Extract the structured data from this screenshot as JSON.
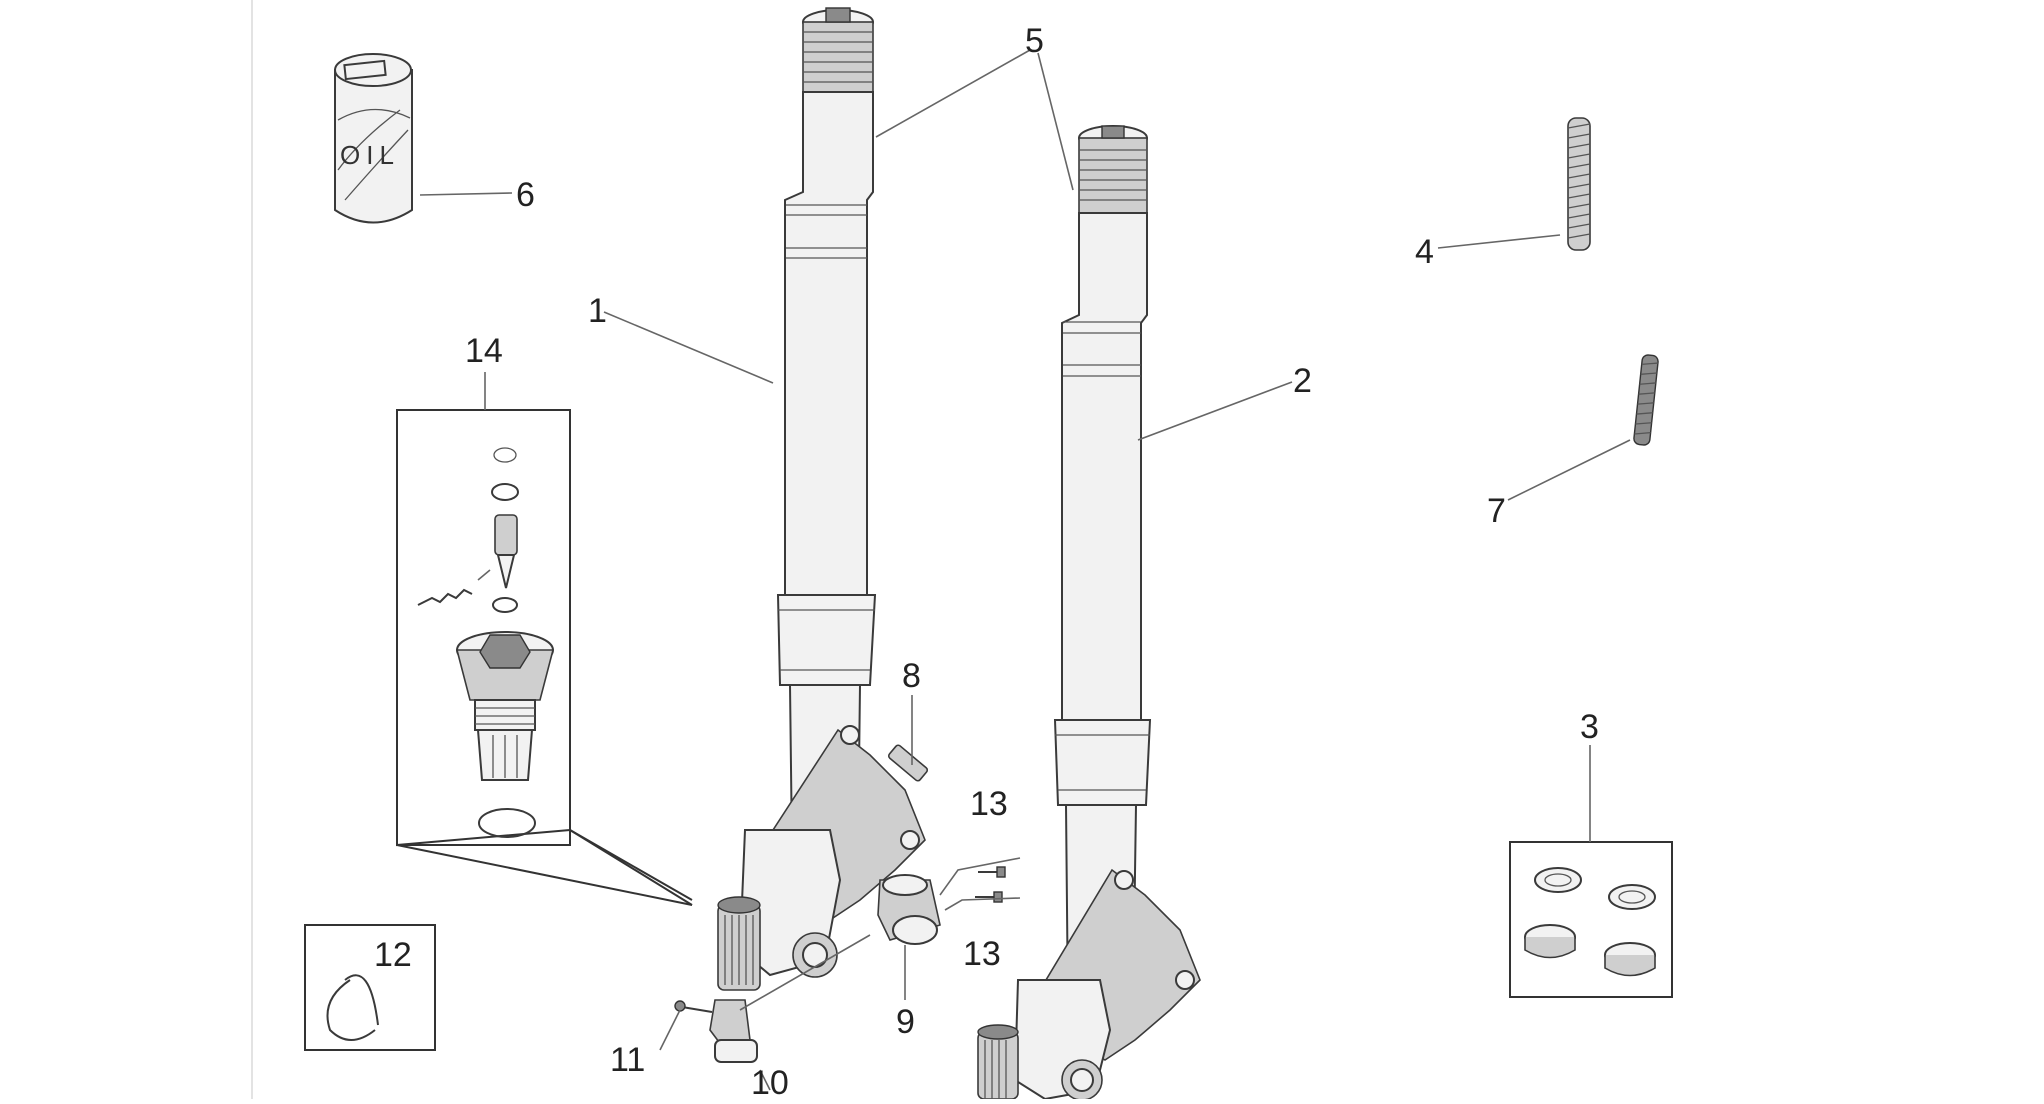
{
  "diagram": {
    "callouts": {
      "c1": "1",
      "c2": "2",
      "c3": "3",
      "c4": "4",
      "c5": "5",
      "c6": "6",
      "c7": "7",
      "c8": "8",
      "c9": "9",
      "c10": "10",
      "c11": "11",
      "c12": "12",
      "c13a": "13",
      "c13b": "13",
      "c14": "14"
    },
    "oil_can_label": "OIL"
  }
}
